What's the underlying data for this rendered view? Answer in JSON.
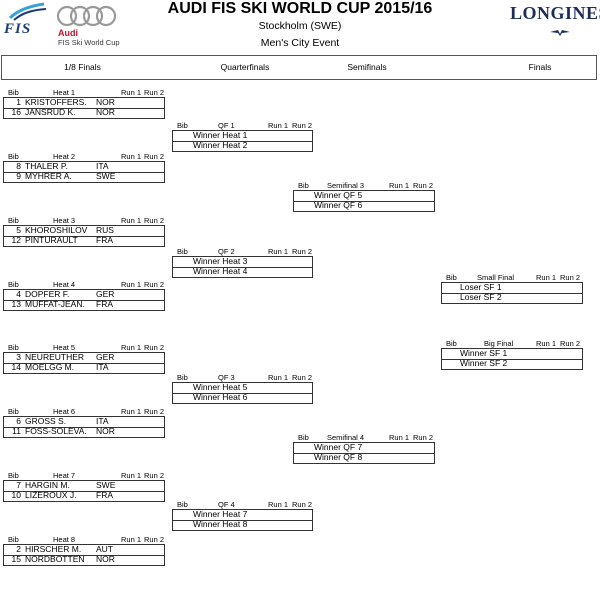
{
  "header": {
    "title": "AUDI FIS SKI WORLD CUP 2015/16",
    "location": "Stockholm (SWE)",
    "event": "Men's City Event",
    "fis_logo": "FIS",
    "audi_word": "Audi",
    "audi_sub": "FIS Ski World Cup",
    "sponsor": "LONGINES",
    "logo_icons": [
      "fis-logo-icon",
      "audi-rings-icon",
      "longines-logo-icon"
    ]
  },
  "rounds": [
    "1/8 Finals",
    "Quarterfinals",
    "Semifinals",
    "Finals"
  ],
  "columns": {
    "bib": "Bib",
    "run1": "Run 1",
    "run2": "Run 2"
  },
  "heats": [
    {
      "name": "Heat 1",
      "rows": [
        {
          "bib": "1",
          "name": "KRISTOFFERS.",
          "nat": "NOR"
        },
        {
          "bib": "16",
          "name": "JANSRUD K.",
          "nat": "NOR"
        }
      ]
    },
    {
      "name": "Heat 2",
      "rows": [
        {
          "bib": "8",
          "name": "THALER P.",
          "nat": "ITA"
        },
        {
          "bib": "9",
          "name": "MYHRER A.",
          "nat": "SWE"
        }
      ]
    },
    {
      "name": "Heat 3",
      "rows": [
        {
          "bib": "5",
          "name": "KHOROSHILOV",
          "nat": "RUS"
        },
        {
          "bib": "12",
          "name": "PINTURAULT",
          "nat": "FRA"
        }
      ]
    },
    {
      "name": "Heat 4",
      "rows": [
        {
          "bib": "4",
          "name": "DOPFER F.",
          "nat": "GER"
        },
        {
          "bib": "13",
          "name": "MUFFAT-JEAN.",
          "nat": "FRA"
        }
      ]
    },
    {
      "name": "Heat 5",
      "rows": [
        {
          "bib": "3",
          "name": "NEUREUTHER",
          "nat": "GER"
        },
        {
          "bib": "14",
          "name": "MOELGG M.",
          "nat": "ITA"
        }
      ]
    },
    {
      "name": "Heat 6",
      "rows": [
        {
          "bib": "6",
          "name": "GROSS S.",
          "nat": "ITA"
        },
        {
          "bib": "11",
          "name": "FOSS-SOLEVA.",
          "nat": "NOR"
        }
      ]
    },
    {
      "name": "Heat 7",
      "rows": [
        {
          "bib": "7",
          "name": "HARGIN M.",
          "nat": "SWE"
        },
        {
          "bib": "10",
          "name": "LIZEROUX J.",
          "nat": "FRA"
        }
      ]
    },
    {
      "name": "Heat 8",
      "rows": [
        {
          "bib": "2",
          "name": "HIRSCHER M.",
          "nat": "AUT"
        },
        {
          "bib": "15",
          "name": "NORDBOTTEN",
          "nat": "NOR"
        }
      ]
    }
  ],
  "quarterfinals": [
    {
      "name": "QF 1",
      "rows": [
        "Winner Heat 1",
        "Winner Heat 2"
      ]
    },
    {
      "name": "QF 2",
      "rows": [
        "Winner Heat 3",
        "Winner Heat 4"
      ]
    },
    {
      "name": "QF 3",
      "rows": [
        "Winner Heat 5",
        "Winner Heat 6"
      ]
    },
    {
      "name": "QF 4",
      "rows": [
        "Winner Heat 7",
        "Winner Heat 8"
      ]
    }
  ],
  "semifinals": [
    {
      "name": "Semifinal 3",
      "rows": [
        "Winner QF 5",
        "Winner QF 6"
      ]
    },
    {
      "name": "Semifinal 4",
      "rows": [
        "Winner QF 7",
        "Winner QF 8"
      ]
    }
  ],
  "finals": [
    {
      "name": "Small Final",
      "rows": [
        "Loser SF 1",
        "Loser SF 2"
      ]
    },
    {
      "name": "Big Final",
      "rows": [
        "Winner SF 1",
        "Winner SF 2"
      ]
    }
  ]
}
